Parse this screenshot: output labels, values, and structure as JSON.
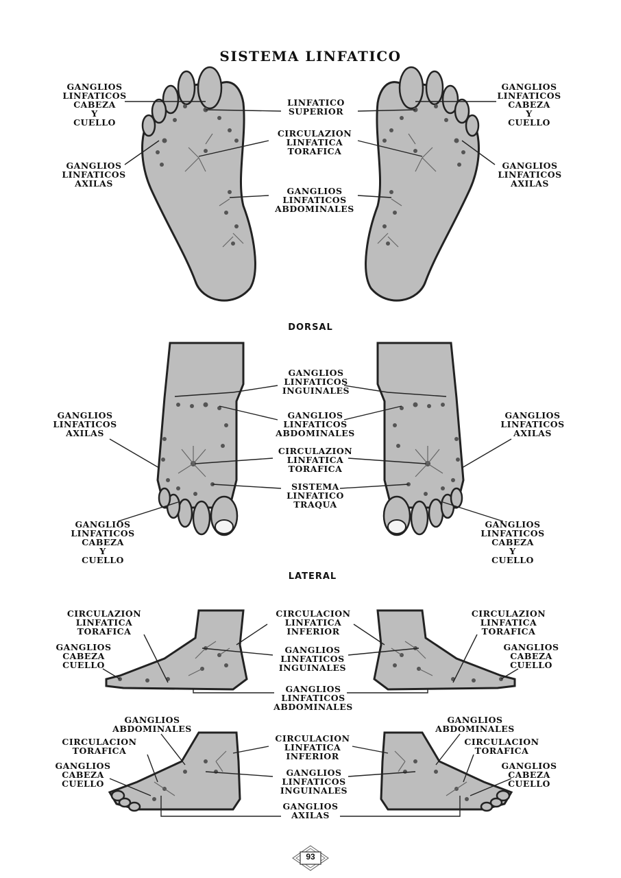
{
  "title": "SISTEMA LINFATICO",
  "sections": {
    "dorsal": "DORSAL",
    "lateral": "LATERAL"
  },
  "plantar": {
    "left": {
      "cabeza": [
        "GANGLIOS",
        "LINFATICOS",
        "CABEZA",
        "Y",
        "CUELLO"
      ],
      "axilas": [
        "GANGLIOS",
        "LINFATICOS",
        "AXILAS"
      ]
    },
    "center": {
      "superior": [
        "LINFATICO",
        "SUPERIOR"
      ],
      "toracica": [
        "CIRCULAZION",
        "LINFATICA",
        "TORAFICA"
      ],
      "abdominales": [
        "GANGLIOS",
        "LINFATICOS",
        "ABDOMINALES"
      ]
    },
    "right": {
      "cabeza": [
        "GANGLIOS",
        "LINFATICOS",
        "CABEZA",
        "Y",
        "CUELLO"
      ],
      "axilas": [
        "GANGLIOS",
        "LINFATICOS",
        "AXILAS"
      ]
    }
  },
  "dorsal": {
    "center": {
      "inguinales": [
        "GANGLIOS",
        "LINFATICOS",
        "INGUINALES"
      ],
      "abdominales": [
        "GANGLIOS",
        "LINFATICOS",
        "ABDOMINALES"
      ],
      "toracica": [
        "CIRCULAZION",
        "LINFATICA",
        "TORAFICA"
      ],
      "traqua": [
        "SISTEMA",
        "LINFATICO",
        "TRAQUA"
      ]
    },
    "left": {
      "axilas": [
        "GANGLIOS",
        "LINFATICOS",
        "AXILAS"
      ],
      "cabeza": [
        "GANGLIOS",
        "LINFATICOS",
        "CABEZA",
        "Y",
        "CUELLO"
      ]
    },
    "right": {
      "axilas": [
        "GANGLIOS",
        "LINFATICOS",
        "AXILAS"
      ],
      "cabeza": [
        "GANGLIOS",
        "LINFATICOS",
        "CABEZA",
        "Y",
        "CUELLO"
      ]
    }
  },
  "lateral_upper": {
    "left": {
      "toracica": [
        "CIRCULAZION",
        "LINFATICA",
        "TORAFICA"
      ],
      "cabeza": [
        "GANGLIOS",
        "CABEZA",
        "CUELLO"
      ]
    },
    "center": {
      "inferior": [
        "CIRCULACION",
        "LINFATICA",
        "INFERIOR"
      ],
      "inguinales": [
        "GANGLIOS",
        "LINFATICOS",
        "INGUINALES"
      ],
      "abdominales": [
        "GANGLIOS",
        "LINFATICOS",
        "ABDOMINALES"
      ]
    },
    "right": {
      "toracica": [
        "CIRCULAZION",
        "LINFATICA",
        "TORAFICA"
      ],
      "cabeza": [
        "GANGLIOS",
        "CABEZA",
        "CUELLO"
      ]
    }
  },
  "lateral_lower": {
    "left": {
      "abdominales": [
        "GANGLIOS",
        "ABDOMINALES"
      ],
      "toracica": [
        "CIRCULACION",
        "TORAFICA"
      ],
      "cabeza": [
        "GANGLIOS",
        "CABEZA",
        "CUELLO"
      ]
    },
    "center": {
      "inferior": [
        "CIRCULACION",
        "LINFATICA",
        "INFERIOR"
      ],
      "inguinales": [
        "GANGLIOS",
        "LINFATICOS",
        "INGUINALES"
      ],
      "axilas": [
        "GANGLIOS",
        "AXILAS"
      ]
    },
    "right": {
      "abdominales": [
        "GANGLIOS",
        "ABDOMINALES"
      ],
      "toracica": [
        "CIRCULACION",
        "TORAFICA"
      ],
      "cabeza": [
        "GANGLIOS",
        "CABEZA",
        "CUELLO"
      ]
    }
  },
  "page_number": "93",
  "colors": {
    "foot_fill": "#bdbdbd",
    "outline": "#222222",
    "node": "#555555"
  }
}
